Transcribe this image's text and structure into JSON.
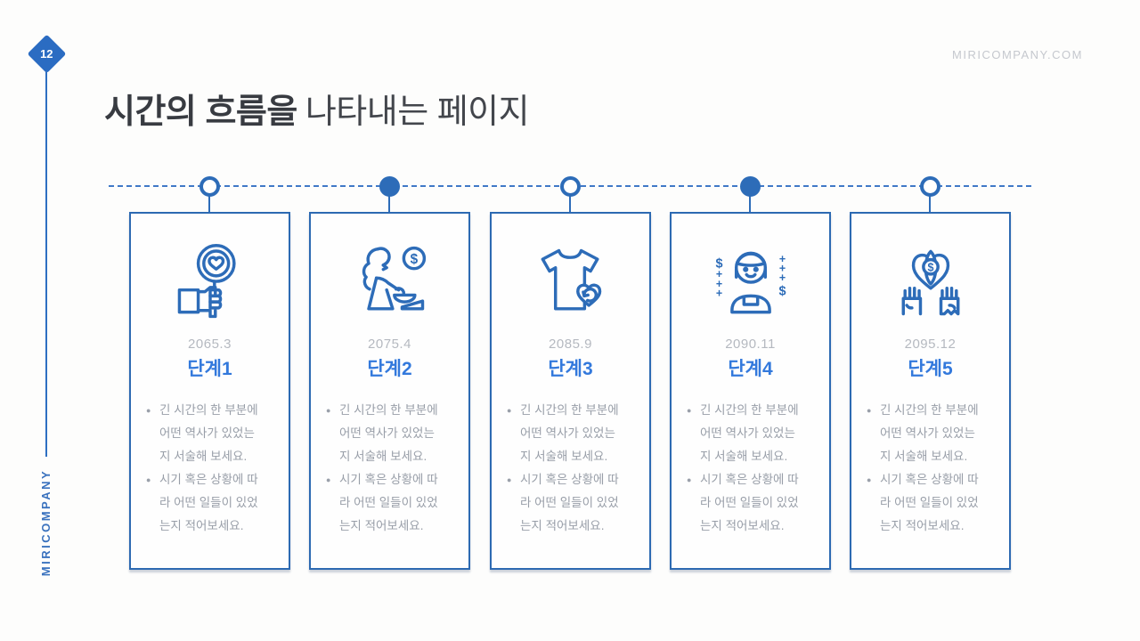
{
  "header": {
    "page_number": "12",
    "site_url": "MIRICOMPANY.COM",
    "title_bold": "시간의 흐름을",
    "title_regular": "나타내는 페이지",
    "brand_vertical": "MIRICOMPANY"
  },
  "glyphs": {
    "dollar": "$",
    "plus": "+",
    "bullet": "●"
  },
  "colors": {
    "accent_blue": "#2d6cb8",
    "title_blue": "#3379dc",
    "date_gray": "#b5b9c0",
    "body_gray": "#989ea8",
    "heading_dark": "#383b41"
  },
  "timeline": {
    "steps": [
      {
        "date": "2065.3",
        "title": "단계1",
        "icon": "magnifier-heart-hand-icon",
        "node_filled": false,
        "bullets": [
          "긴 시간의 한 부분에\n어떤 역사가 있었는\n지 서술해 보세요.",
          "시기 혹은 상황에 따\n라 어떤 일들이 있었\n는지 적어보세요."
        ]
      },
      {
        "date": "2075.4",
        "title": "단계2",
        "icon": "woman-serving-money-icon",
        "node_filled": true,
        "bullets": [
          "긴 시간의 한 부분에\n어떤 역사가 있었는\n지 서술해 보세요.",
          "시기 혹은 상황에 따\n라 어떤 일들이 있었\n는지 적어보세요."
        ]
      },
      {
        "date": "2085.9",
        "title": "단계3",
        "icon": "tshirt-heart-recycle-icon",
        "node_filled": false,
        "bullets": [
          "긴 시간의 한 부분에\n어떤 역사가 있었는\n지 서술해 보세요.",
          "시기 혹은 상황에 따\n라 어떤 일들이 있었\n는지 적어보세요."
        ]
      },
      {
        "date": "2090.11",
        "title": "단계4",
        "icon": "person-earning-money-icon",
        "node_filled": true,
        "bullets": [
          "긴 시간의 한 부분에\n어떤 역사가 있었는\n지 서술해 보세요.",
          "시기 혹은 상황에 따\n라 어떤 일들이 있었\n는지 적어보세요."
        ]
      },
      {
        "date": "2095.12",
        "title": "단계5",
        "icon": "hands-holding-heart-dollar-icon",
        "node_filled": false,
        "bullets": [
          "긴 시간의 한 부분에\n어떤 역사가 있었는\n지 서술해 보세요.",
          "시기 혹은 상황에 따\n라 어떤 일들이 있었\n는지 적어보세요."
        ]
      }
    ]
  }
}
